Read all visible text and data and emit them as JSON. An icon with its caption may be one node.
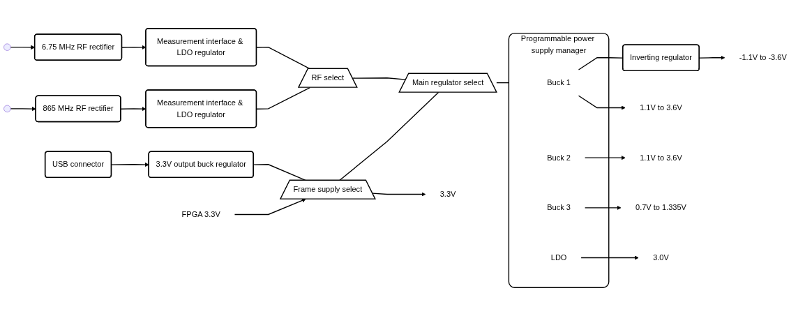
{
  "diagram": {
    "nodes": [
      {
        "text": [
          "6.75 MHz RF rectifier"
        ]
      },
      {
        "text": [
          "Measurement interface & LDO regulator"
        ]
      },
      {
        "text": [
          "RF select"
        ]
      },
      {
        "text": [
          "Inverting regulator"
        ]
      },
      {
        "text": [
          "-1.1V to -3.6V"
        ]
      },
      {
        "text": [
          "865 MHz RF rectifier"
        ]
      },
      {
        "text": [
          "Measurement interface & LDO regulator"
        ]
      },
      {
        "text": [
          "Programmable power supply manager"
        ]
      },
      {
        "text": [
          "Buck 1"
        ],
        "in": 7
      },
      {
        "text": [
          "Buck 2"
        ],
        "in": 7
      },
      {
        "text": [
          "Buck 3"
        ],
        "in": 7
      },
      {
        "text": [
          "LDO"
        ],
        "in": 7
      },
      {
        "text": [
          "Main regulator select"
        ]
      },
      {
        "text": [
          "1.1V to 3.6V"
        ]
      },
      {
        "text": [
          "1.1V to 3.6V"
        ]
      },
      {
        "text": [
          "USB connector"
        ]
      },
      {
        "text": [
          "3.3V output buck regulator"
        ]
      },
      {
        "text": [
          "Frame supply select"
        ]
      },
      {
        "text": [
          "0.7V to 1.335V"
        ]
      },
      {
        "text": [
          "3.0V"
        ]
      },
      {
        "text": [
          "FPGA 3.3V"
        ]
      },
      {
        "text": [
          "3.3V"
        ]
      }
    ],
    "edges": [
      {
        "from": null,
        "to": 0,
        "arrow": "to"
      },
      {
        "from": null,
        "to": 5,
        "arrow": "to"
      },
      {
        "from": 0,
        "to": 1,
        "arrow": "to"
      },
      {
        "from": 5,
        "to": 6,
        "arrow": "to"
      },
      {
        "from": 1,
        "to": 2,
        "arrow": "none"
      },
      {
        "from": 6,
        "to": 2,
        "arrow": "none"
      },
      {
        "from": 2,
        "to": 12,
        "arrow": "none"
      },
      {
        "from": 12,
        "to": 7,
        "arrow": "none"
      },
      {
        "from": 8,
        "to": 13,
        "arrow": "to"
      },
      {
        "from": 9,
        "to": 14,
        "arrow": "to"
      },
      {
        "from": 10,
        "to": 18,
        "arrow": "to"
      },
      {
        "from": 11,
        "to": 19,
        "arrow": "to"
      },
      {
        "from": 8,
        "to": 3,
        "arrow": "none"
      },
      {
        "from": 3,
        "to": 4,
        "arrow": "to"
      },
      {
        "from": 15,
        "to": 16,
        "arrow": "to"
      },
      {
        "from": 16,
        "to": 17,
        "arrow": "none"
      },
      {
        "from": 20,
        "to": 17,
        "arrow": "to"
      },
      {
        "from": 17,
        "to": 12,
        "arrow": "none"
      },
      {
        "from": 17,
        "to": 21,
        "arrow": "to"
      }
    ]
  }
}
